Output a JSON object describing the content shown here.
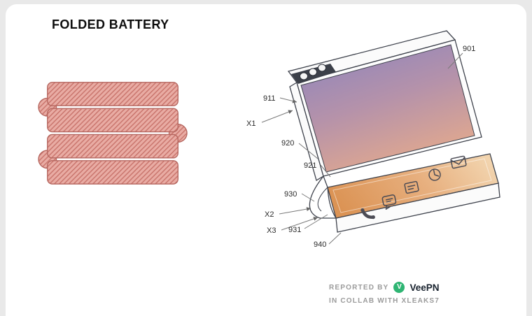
{
  "header": {
    "title": "FOLDED BATTERY"
  },
  "figures": {
    "battery": {
      "layers": 4
    },
    "phone": {
      "ref_labels": [
        {
          "id": "901"
        },
        {
          "id": "911"
        },
        {
          "id": "X1"
        },
        {
          "id": "920"
        },
        {
          "id": "921"
        },
        {
          "id": "930"
        },
        {
          "id": "X2"
        },
        {
          "id": "X3"
        },
        {
          "id": "931"
        },
        {
          "id": "940"
        }
      ]
    }
  },
  "footer": {
    "reported_by": "REPORTED BY",
    "brand": "VeePN",
    "logo_letter": "V",
    "collab": "IN COLLAB WITH XLEAKS7"
  },
  "colors": {
    "battery_fill": "#e9aca4",
    "battery_hatch": "#c8736b",
    "battery_outline": "#b5665f",
    "screen_gradient_start": "#8d85bd",
    "screen_gradient_mid": "#b592aa",
    "screen_gradient_end": "#e2a98e",
    "deck_gradient_start": "#db9354",
    "deck_gradient_end": "#f2d4ae",
    "line_color": "#3f434d",
    "accent_green": "#2fb573",
    "card_background": "#ffffff",
    "page_background": "#e9e9e9"
  }
}
